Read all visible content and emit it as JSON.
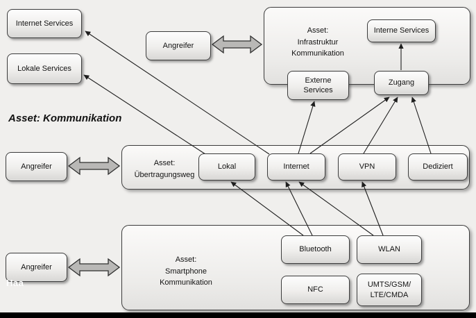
{
  "heading": {
    "label": "Asset: Kommunikation"
  },
  "watermark": {
    "label": "Haa"
  },
  "colors": {
    "background": "#f0efed",
    "box_border": "#3c3c3c",
    "box_fill": "#eeedec",
    "arrow_fill": "#b9b8b6",
    "edge_stroke": "#1e1e1e",
    "bottom_bar": "#000000"
  },
  "nodes": {
    "internet_services": "Internet Services",
    "lokale_services": "Lokale Services",
    "angreifer_top": "Angreifer",
    "angreifer_mid": "Angreifer",
    "angreifer_bottom": "Angreifer",
    "interne_services": "Interne Services",
    "externe_services": "Externe\nServices",
    "zugang": "Zugang",
    "lokal": "Lokal",
    "internet": "Internet",
    "vpn": "VPN",
    "dediziert": "Dediziert",
    "bluetooth": "Bluetooth",
    "wlan": "WLAN",
    "nfc": "NFC",
    "umts": "UMTS/GSM/\nLTE/CMDA"
  },
  "containers": {
    "infrastruktur": {
      "label": "Asset:\nInfrastruktur\nKommunikation"
    },
    "uebertragungsweg": {
      "label": "Asset:\nÜbertragungsweg"
    },
    "smartphone": {
      "label": "Asset:\nSmartphone\nKommunikation"
    }
  },
  "edges": [
    {
      "from": "Übertragungsweg",
      "to": "Internet Services"
    },
    {
      "from": "Übertragungsweg",
      "to": "Lokale Services"
    },
    {
      "from": "Internet",
      "to": "Externe Services"
    },
    {
      "from": "Internet",
      "to": "Zugang"
    },
    {
      "from": "VPN",
      "to": "Zugang"
    },
    {
      "from": "Dediziert",
      "to": "Zugang"
    },
    {
      "from": "Zugang",
      "to": "Interne Services"
    },
    {
      "from": "Bluetooth",
      "to": "Lokal"
    },
    {
      "from": "Bluetooth",
      "to": "Internet"
    },
    {
      "from": "WLAN",
      "to": "Internet"
    },
    {
      "from": "WLAN",
      "to": "VPN"
    }
  ],
  "attacks": [
    {
      "attacker": "Angreifer",
      "target": "Asset: Infrastruktur Kommunikation"
    },
    {
      "attacker": "Angreifer",
      "target": "Asset: Übertragungsweg"
    },
    {
      "attacker": "Angreifer",
      "target": "Asset: Smartphone Kommunikation"
    }
  ]
}
